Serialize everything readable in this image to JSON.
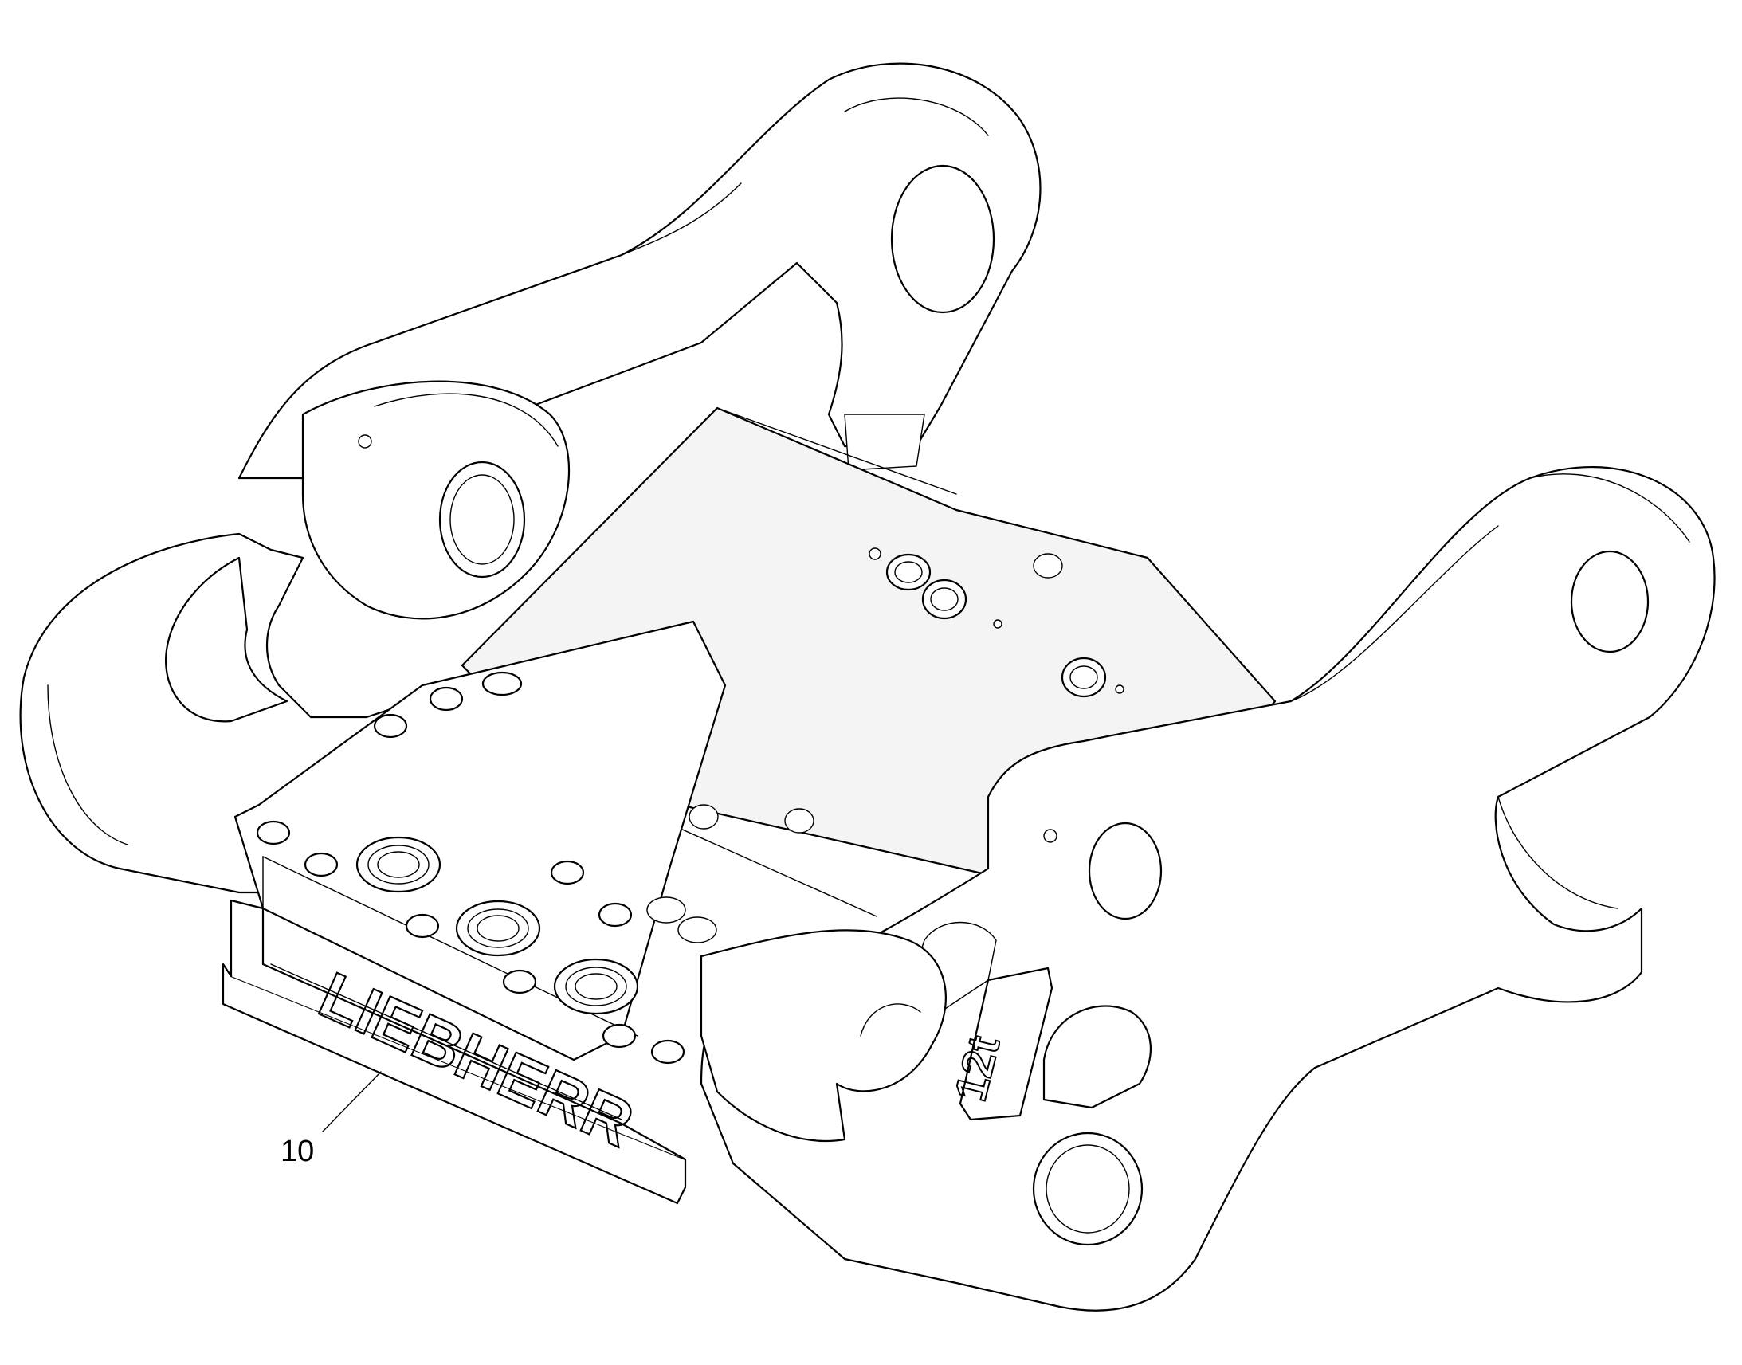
{
  "callouts": [
    {
      "label": "10"
    }
  ],
  "brand_mark": "LIEBHERR",
  "size_mark": "12t"
}
